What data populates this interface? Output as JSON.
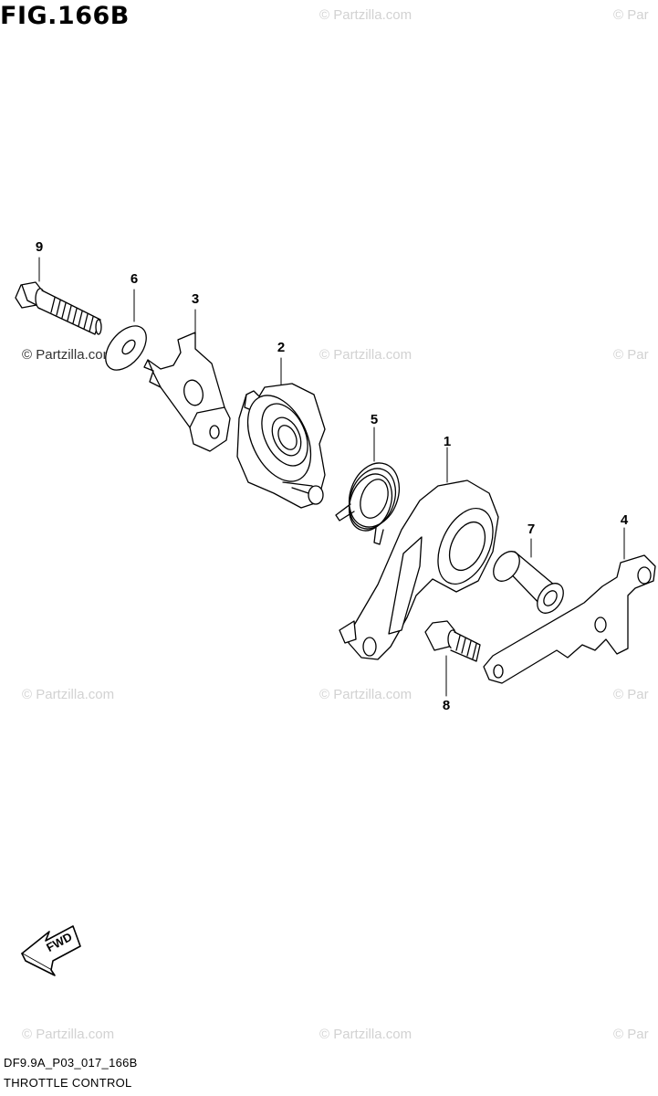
{
  "figure": {
    "title": "FIG.166B"
  },
  "watermark": {
    "text": "© Partzilla.com",
    "partial_text": "© Par"
  },
  "callouts": [
    {
      "id": "9",
      "part": "bolt"
    },
    {
      "id": "6",
      "part": "washer"
    },
    {
      "id": "3",
      "part": "bracket"
    },
    {
      "id": "2",
      "part": "cam-bushing"
    },
    {
      "id": "5",
      "part": "spring"
    },
    {
      "id": "1",
      "part": "throttle-arm"
    },
    {
      "id": "7",
      "part": "collar"
    },
    {
      "id": "4",
      "part": "link-plate"
    },
    {
      "id": "8",
      "part": "bolt-small"
    }
  ],
  "fwd_arrow": {
    "label": "FWD"
  },
  "footer": {
    "code": "DF9.9A_P03_017_166B",
    "caption": "THROTTLE CONTROL"
  }
}
